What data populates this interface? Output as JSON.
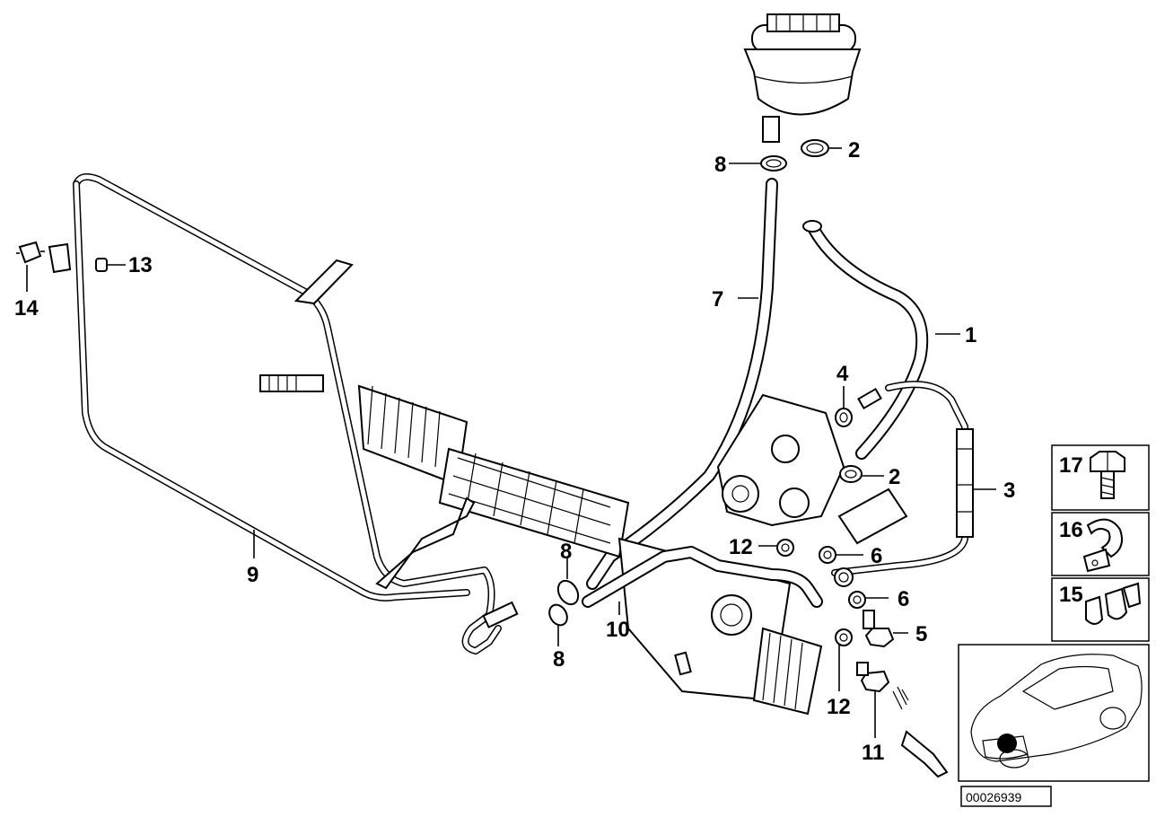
{
  "diagram_id": "00026939",
  "callouts": {
    "c1": "1",
    "c2a": "2",
    "c2b": "2",
    "c3": "3",
    "c4": "4",
    "c5": "5",
    "c6a": "6",
    "c6b": "6",
    "c7": "7",
    "c8a": "8",
    "c8b": "8",
    "c8c": "8",
    "c9": "9",
    "c10": "10",
    "c11": "11",
    "c12a": "12",
    "c12b": "12",
    "c13": "13",
    "c14": "14"
  },
  "legend": [
    {
      "num": "17",
      "icon": "hex-bolt-icon"
    },
    {
      "num": "16",
      "icon": "pipe-clamp-icon"
    },
    {
      "num": "15",
      "icon": "double-clip-icon"
    }
  ],
  "colors": {
    "line": "#000000",
    "background": "#ffffff",
    "fill": "#dddddd"
  }
}
